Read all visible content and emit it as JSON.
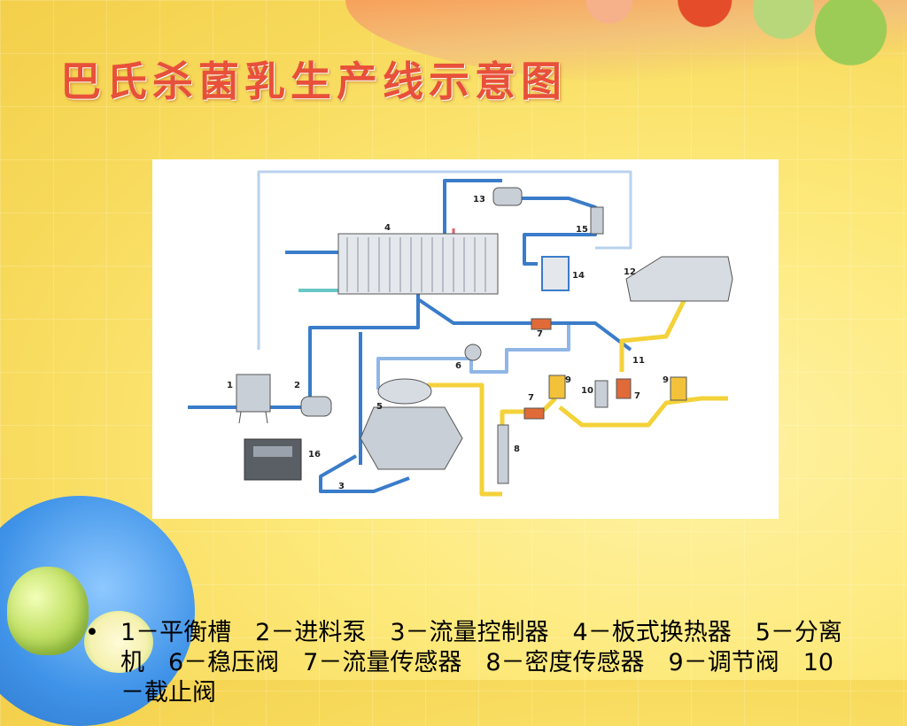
{
  "slide": {
    "title": "巴氏杀菌乳生产线示意图",
    "caption_bullet": "•",
    "caption": "1－平衡槽　2－进料泵　3－流量控制器　4－板式换热器　5－分离机　6－稳压阀　7－流量传感器　8－密度传感器　9－调节阀　10－截止阀"
  },
  "diagram": {
    "labels": [
      "1",
      "2",
      "3",
      "4",
      "5",
      "6",
      "7",
      "8",
      "9",
      "10",
      "11",
      "12",
      "13",
      "14",
      "15",
      "16",
      "7",
      "7",
      "9"
    ],
    "colors": {
      "blue_pipe": "#3a7cc9",
      "light_blue_pipe": "#8fb6e6",
      "yellow_pipe": "#f3d23a",
      "red_pipe": "#e0606a",
      "teal_pipe": "#67c7c4",
      "equipment": "#c9cfd6"
    }
  }
}
